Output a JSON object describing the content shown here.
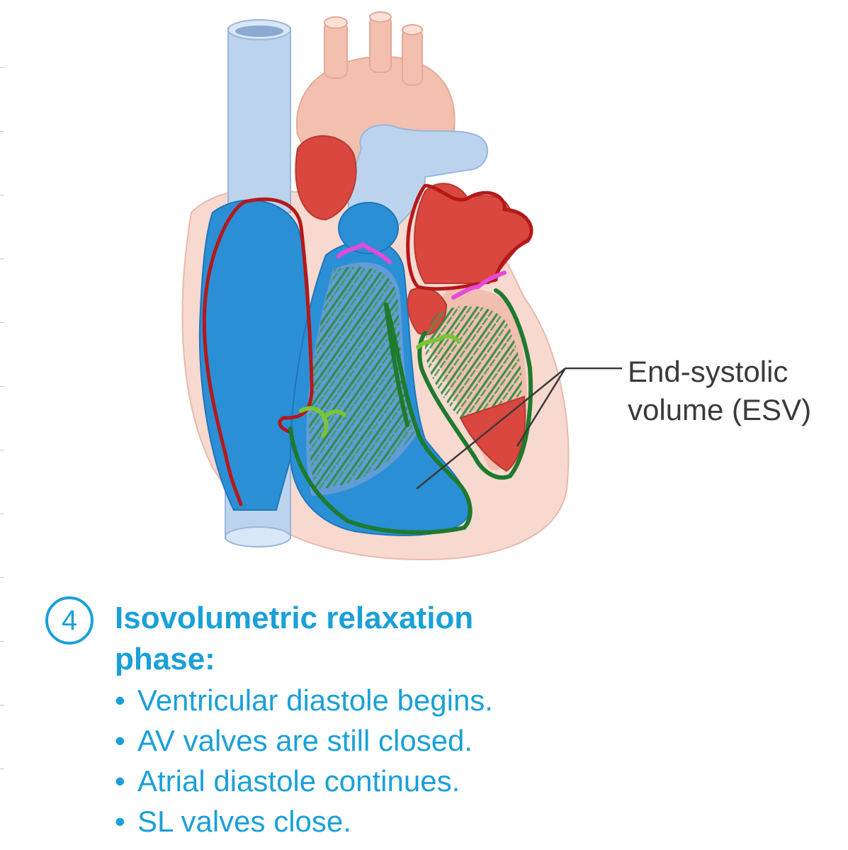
{
  "label": {
    "esv_line1": "End-systolic",
    "esv_line2": "volume (ESV)"
  },
  "caption": {
    "step_number": "4",
    "title_line1": "Isovolumetric relaxation",
    "title_line2": "phase:",
    "bullet_symbol": "•",
    "items": [
      "Ventricular diastole begins.",
      "AV valves are still closed.",
      "Atrial diastole continues.",
      "SL valves close."
    ]
  },
  "colors": {
    "text_blue": "#1aa0d8",
    "vein_blue": "#bcd3ee",
    "blood_blue": "#2b8fd6",
    "artery_pink": "#f3c0b0",
    "oxygenated_red": "#d9473f",
    "heart_wall": "#f7d9d0",
    "annotation_green": "#1e7a2e",
    "annotation_red": "#b51818",
    "annotation_magenta": "#e54ad8",
    "annotation_lightgreen": "#7bc43a"
  }
}
